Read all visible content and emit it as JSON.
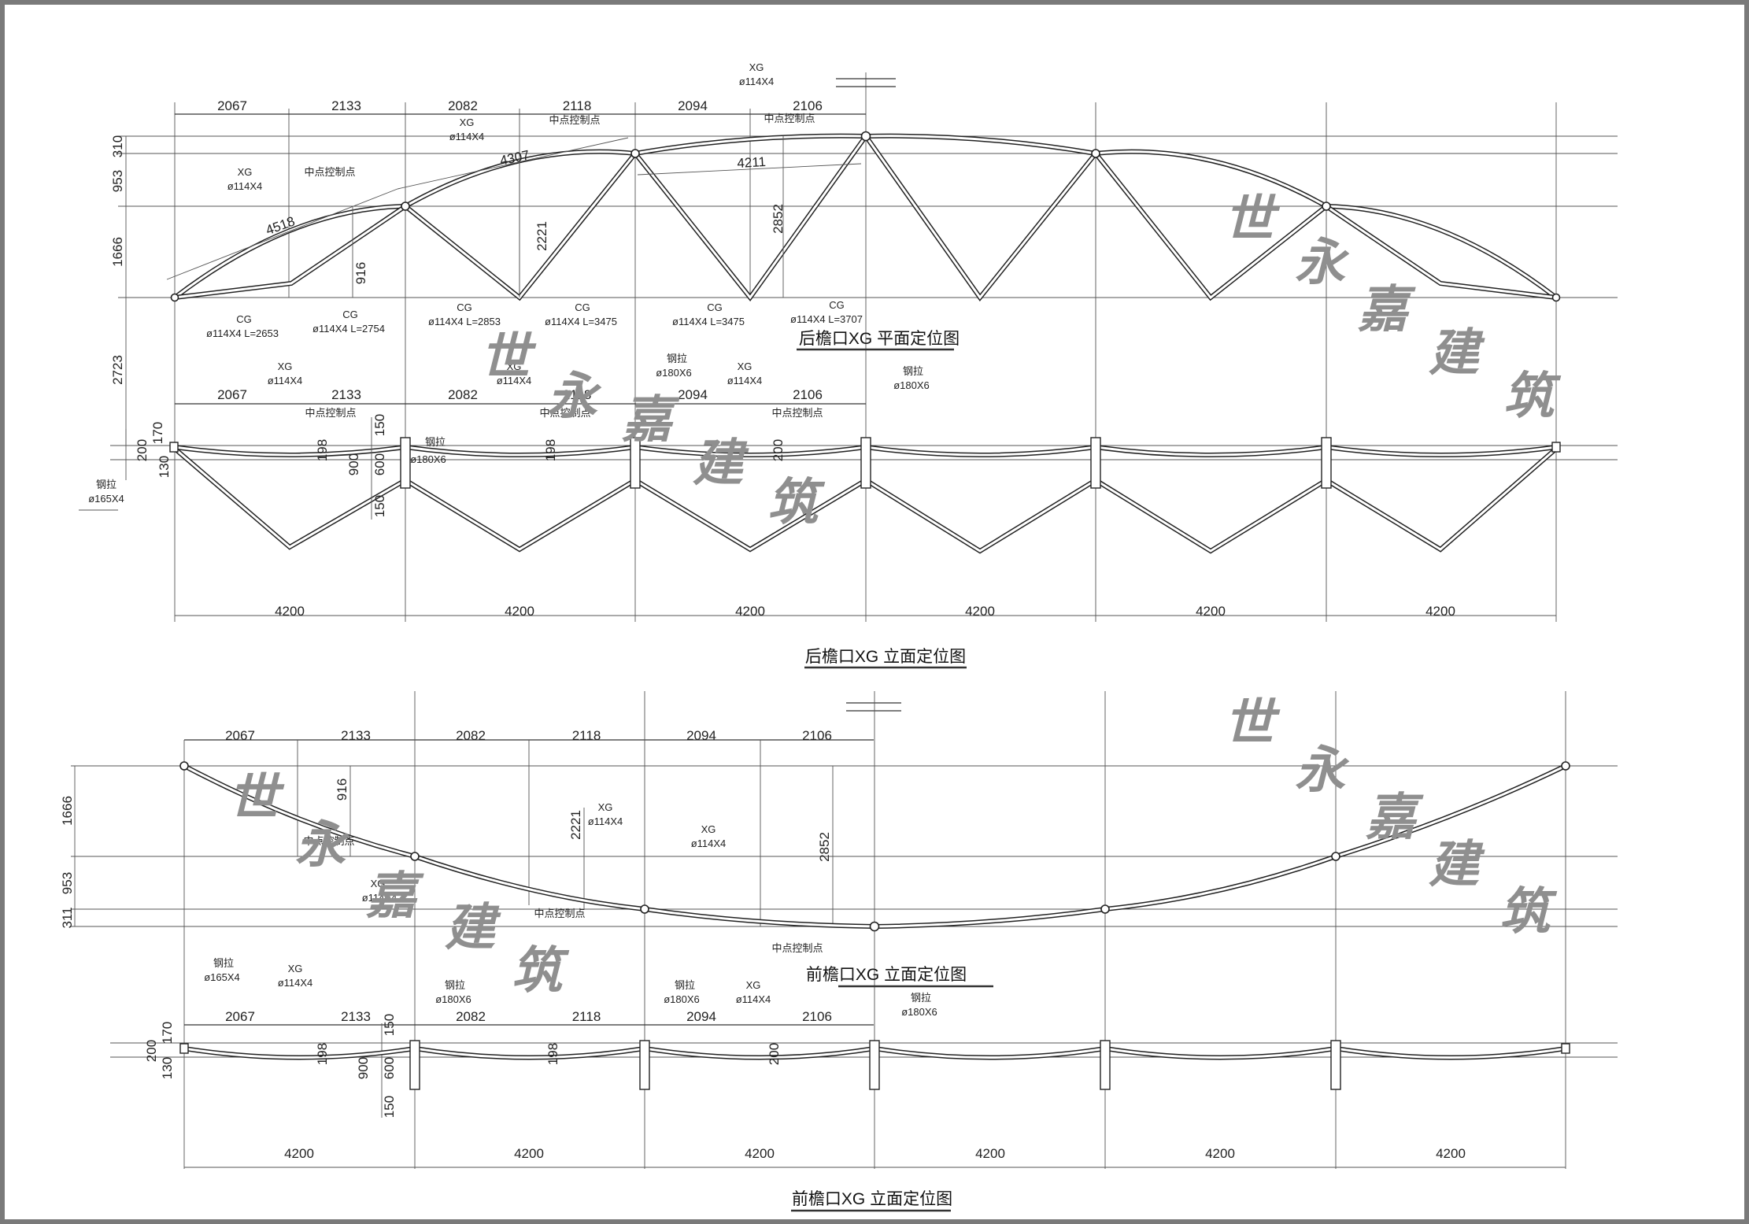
{
  "titles": {
    "plan_top": "后檐口XG  平面定位图",
    "elev_top": "后檐口XG  立面定位图",
    "elev_mid": "前檐口XG  立面定位图",
    "elev_bottom": "前檐口XG  立面定位图"
  },
  "segments": [
    "2067",
    "2133",
    "2082",
    "2118",
    "2094",
    "2106"
  ],
  "spans": [
    "4200",
    "4200",
    "4200",
    "4200",
    "4200",
    "4200"
  ],
  "plan_side_dims": [
    "310",
    "953",
    "1666",
    "2723"
  ],
  "plan_chords": [
    "4518",
    "4307",
    "4211"
  ],
  "plan_heights": [
    "916",
    "2221",
    "2852"
  ],
  "elev_side_dims": [
    "200",
    "170",
    "130"
  ],
  "elev_inner_dims": [
    "150",
    "900",
    "600",
    "150",
    "198",
    "198",
    "200"
  ],
  "front_side_dims": [
    "1666",
    "953",
    "311"
  ],
  "front_heights": [
    "916",
    "2221",
    "2852"
  ],
  "labels": {
    "xg": "XG",
    "cg": "CG",
    "pipe114": "ø114X4",
    "steel": "钢拉",
    "pipe180": "ø180X6",
    "pipe165": "ø165X4",
    "midpoint": "中点控制点",
    "cg1": "ø114X4 L=2653",
    "cg2": "ø114X4 L=2754",
    "cg3": "ø114X4 L=2853",
    "cg4": "ø114X4 L=3475",
    "cg5": "ø114X4 L=3475",
    "cg6": "ø114X4 L=3707"
  },
  "watermark": [
    "世",
    "永",
    "嘉",
    "建",
    "筑"
  ]
}
